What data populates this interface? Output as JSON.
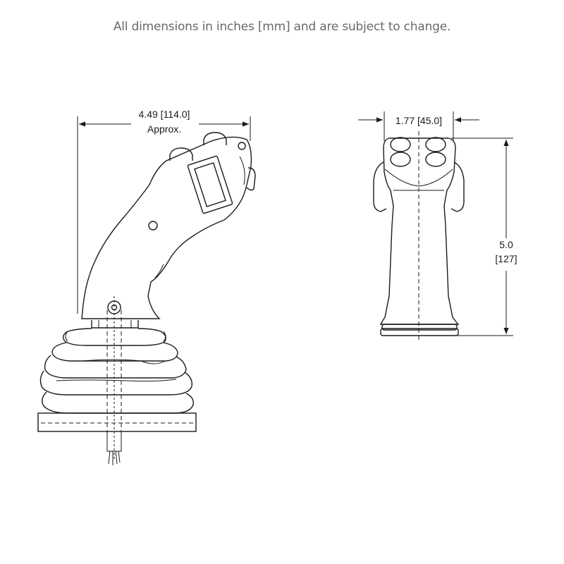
{
  "header": {
    "note": "All dimensions in inches [mm] and are subject to change."
  },
  "side_view": {
    "width_dim": {
      "value": "4.49 [114.0]",
      "qualifier": "Approx."
    }
  },
  "front_view": {
    "width_dim": {
      "value": "1.77 [45.0]"
    },
    "height_dim": {
      "inches": "5.0",
      "mm": "[127]"
    }
  }
}
